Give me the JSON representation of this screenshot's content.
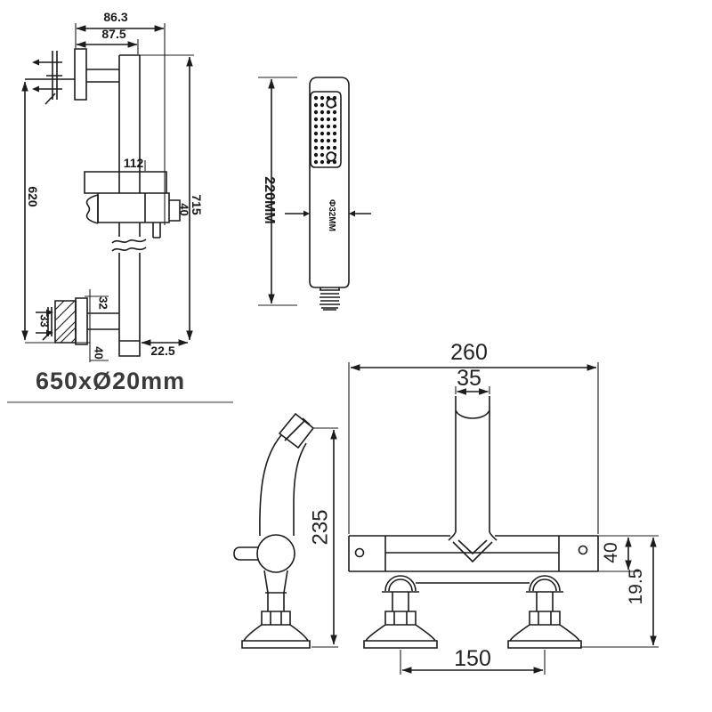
{
  "sheet": {
    "type": "bathroom fixture technical drawing",
    "colors": {
      "line": "#1c1c1c",
      "text": "#1a1a1a",
      "divider": "#9b9b9b",
      "background": "#ffffff"
    }
  },
  "drawings": {
    "slide_rail": {
      "size_label": "650xØ20mm",
      "dims": {
        "top_width": "86.3",
        "upper_bracket_width": "87.5",
        "holder_width": "112",
        "rail_length": "620",
        "overall_height": "715",
        "holder_depth": "40",
        "lower_bracket_offset": "32",
        "lower_fitting_size": "33",
        "lower_bracket_height": "40",
        "wall_clearance": "22.5"
      }
    },
    "hand_shower": {
      "dims": {
        "length": "220MM",
        "handle_diameter": "Φ32MM"
      }
    },
    "bath_mixer": {
      "dims": {
        "overall_width": "260",
        "spout_width": "35",
        "overall_height": "235",
        "body_height": "40",
        "base_height": "19.5",
        "centres_distance": "150"
      }
    }
  }
}
